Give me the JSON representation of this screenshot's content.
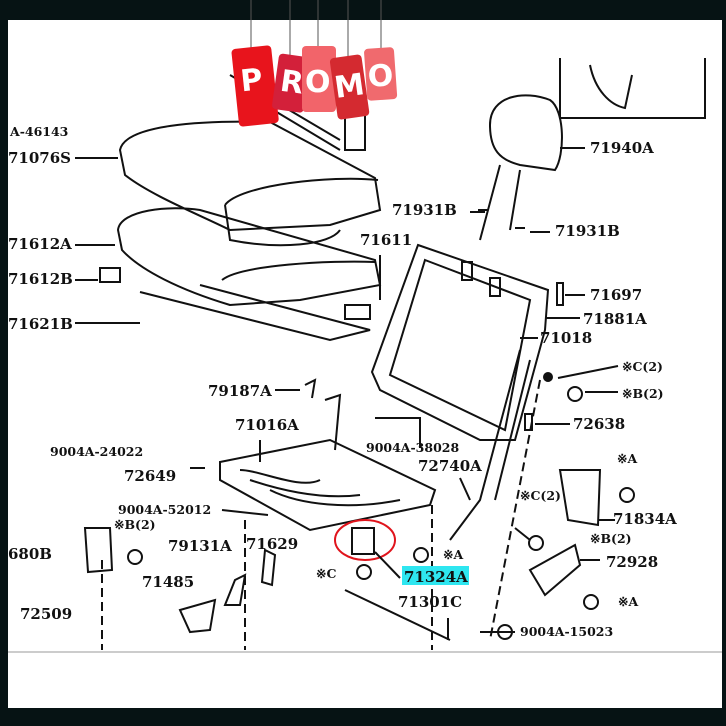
{
  "promo_badge": {
    "letters": [
      "P",
      "R",
      "O",
      "M",
      "O"
    ],
    "colors": [
      "#e8141c",
      "#d3203a",
      "#f2646a",
      "#d42a30",
      "#f06a6e"
    ]
  },
  "diagram": {
    "labels": {
      "a46143": "A-46143",
      "l71076s": "71076S",
      "l71612a": "71612A",
      "l71612b": "71612B",
      "l71621b": "71621B",
      "l71611": "71611",
      "l71940a": "71940A",
      "l71931b_1": "71931B",
      "l71931b_2": "71931B",
      "l71697": "71697",
      "l71881a": "71881A",
      "l71018": "71018",
      "c2_top": "※C(2)",
      "b2_top": "※B(2)",
      "l72638": "72638",
      "l79187a": "79187A",
      "l71016a": "71016A",
      "l9004a_38028": "9004A-38028",
      "l9004a_24022": "9004A-24022",
      "l72649": "72649",
      "l72740a": "72740A",
      "a_right": "※A",
      "c2_mid": "※C(2)",
      "l71834a": "71834A",
      "l9004a_52012": "9004A-52012",
      "b2_left": "※B(2)",
      "l680b": "680B",
      "l79131a": "79131A",
      "l71629": "71629",
      "b2_right": "※B(2)",
      "l72928": "72928",
      "a_mid": "※A",
      "c_mid": "※C",
      "l71324a": "71324A",
      "l71485": "71485",
      "l71301c": "71301C",
      "l72509": "72509",
      "l9004a_15023": "9004A-15023",
      "a_low": "※A"
    },
    "highlight_color": "#2ee6f0",
    "circle_mark_color": "#e0141c"
  }
}
